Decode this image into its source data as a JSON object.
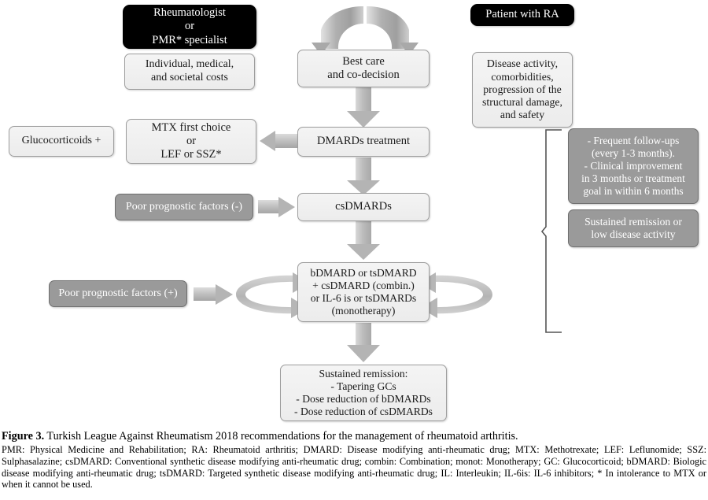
{
  "figure": {
    "title_label": "Figure 3.",
    "title_text": " Turkish League Against Rheumatism 2018 recommendations for the management of rheumatoid arthritis.",
    "abbreviations": "PMR: Physical Medicine and Rehabilitation; RA: Rheumatoid arthritis; DMARD: Disease modifying anti-rheumatic drug; MTX: Methotrexate; LEF: Leflunomide; SSZ: Sulphasalazine; csDMARD: Conventional synthetic disease modifying anti-rheumatic drug; combin: Combination; monot: Monotherapy; GC: Glucocorticoid; bDMARD: Biologic disease modifying anti-rheumatic drug; tsDMARD: Targeted synthetic disease modifying anti-rheumatic drug; IL: Interleukin; IL-6is: IL-6 inhibitors; * In intolerance to MTX or when it cannot be used."
  },
  "nodes": {
    "rheumatologist": "Rheumatologist\nor\nPMR* specialist",
    "costs": "Individual, medical,\nand societal costs",
    "glucocorticoids": "Glucocorticoids +",
    "mtx": "MTX first choice\nor\nLEF or SSZ*",
    "poor_neg": "Poor prognostic factors (-)",
    "poor_pos": "Poor prognostic factors (+)",
    "best_care": "Best care\nand co-decision",
    "dmards_treatment": "DMARDs treatment",
    "csdmards": "csDMARDs",
    "bdmard": "bDMARD or tsDMARD\n+  csDMARD (combin.)\nor IL-6 is or tsDMARDs\n(monotherapy)",
    "sustained_bottom": "Sustained remission:\n- Tapering GCs\n- Dose reduction of bDMARDs\n- Dose reduction of csDMARDs",
    "patient_ra": "Patient with RA",
    "disease_activity": "Disease activity,\ncomorbidities,\nprogression of the\nstructural damage,\nand safety",
    "followups": "- Frequent follow-ups\n(every 1-3 months).\n- Clinical improvement\nin 3 months or treatment\ngoal in within 6 months",
    "sustained_remission": "Sustained remission or\nlow disease activity"
  },
  "colors": {
    "black_box": "#000000",
    "gray_box": "#9a9a9a",
    "light_box": "#eeeeee",
    "arrow": "#b9b9b9",
    "border": "#9d9d9d",
    "bracket": "#555555"
  }
}
